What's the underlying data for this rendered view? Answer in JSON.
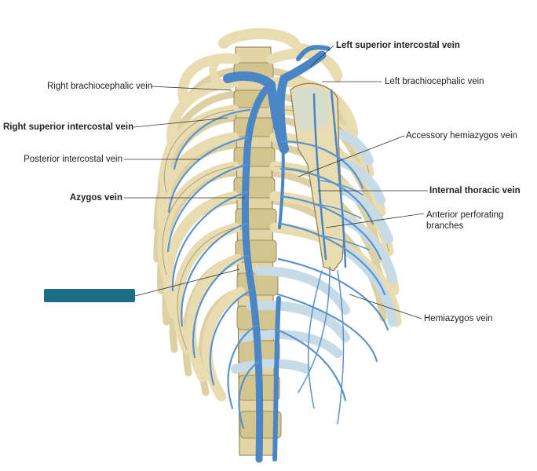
{
  "labels": {
    "left_superior_intercostal_vein": "Left superior intercostal vein",
    "left_brachiocephalic_vein": "Left brachiocephalic vein",
    "right_brachiocephalic_vein": "Right brachiocephalic vein",
    "right_superior_intercostal_vein": "Right superior intercostal vein",
    "posterior_intercostal_vein": "Posterior intercostal vein",
    "accessory_hemiazygos_vein": "Accessory hemiazygos vein",
    "azygos_vein": "Azygos vein",
    "internal_thoracic_vein": "Internal thoracic vein",
    "anterior_perforating_line1": "Anterior perforating",
    "anterior_perforating_line2": "branches",
    "hemiazygos_vein": "Hemiazygos vein"
  },
  "colors": {
    "bone": "#e8dcb0",
    "bone_outline": "#8a7a55",
    "cartilage": "#c6dbe6",
    "vein": "#4a86c5",
    "vein_dark": "#2f64a3",
    "redaction": "#1a6e86"
  }
}
